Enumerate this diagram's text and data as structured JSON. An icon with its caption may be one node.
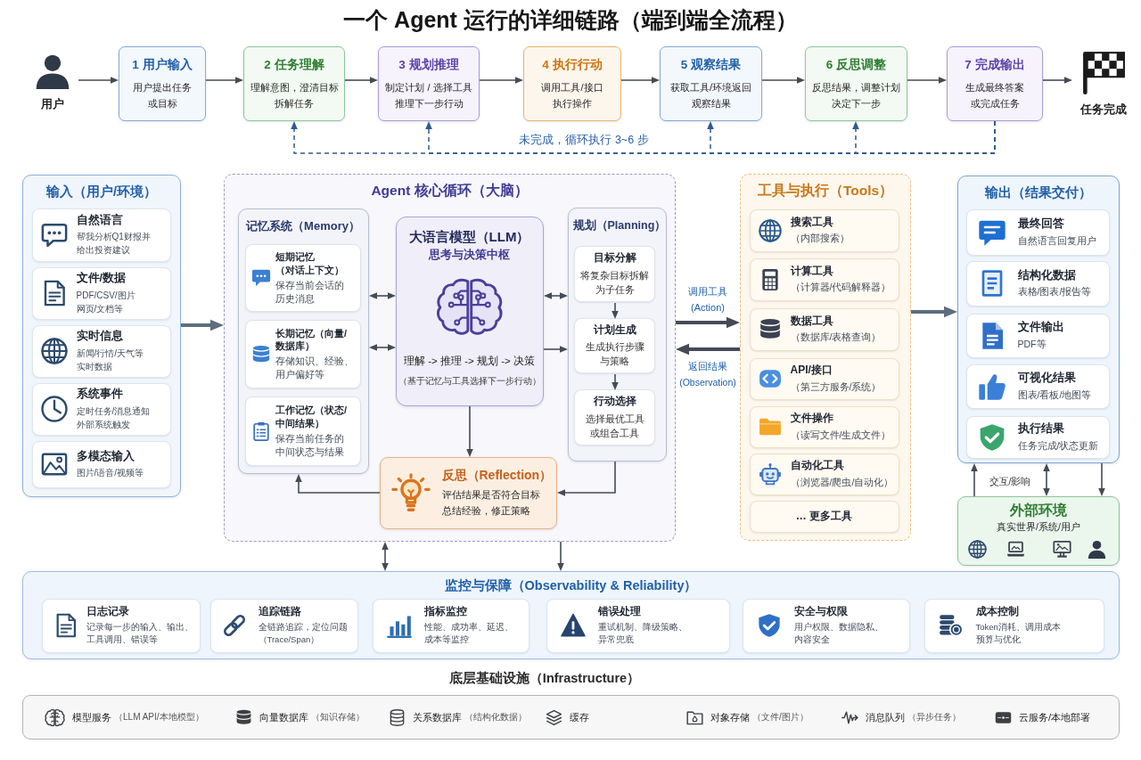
{
  "diagram": {
    "title": "一个 Agent 运行的详细链路（端到端全流程）",
    "nodes": [
      {
        "text": [
          "用户"
        ]
      },
      {
        "text": [
          "1 用户输入",
          "用户提出任务或目标"
        ]
      },
      {
        "text": [
          "2 任务理解",
          "理解意图，澄清目标拆解任务"
        ]
      },
      {
        "text": [
          "3 规划推理",
          "制定计划 / 选择工具推理下一步行动"
        ]
      },
      {
        "text": [
          "4 执行行动",
          "调用工具/接口执行操作"
        ]
      },
      {
        "text": [
          "5 观察结果",
          "获取工具/环境返回观察结果"
        ]
      },
      {
        "text": [
          "6 反思调整",
          "反思结果，调整计划决定下一步"
        ]
      },
      {
        "text": [
          "7 完成输出",
          "生成最终答案或完成任务"
        ]
      },
      {
        "text": [
          "任务完成"
        ]
      },
      {
        "text": [
          "输入（用户/环境）"
        ]
      },
      {
        "text": [
          "自然语言",
          "帮我分析Q1财报并给出投资建议"
        ],
        "in": 9
      },
      {
        "text": [
          "文件/数据",
          "PDF/CSV/图片网页/文档等"
        ],
        "in": 9
      },
      {
        "text": [
          "实时信息",
          "新闻/行情/天气等实时数据"
        ],
        "in": 9
      },
      {
        "text": [
          "系统事件",
          "定时任务/消息通知外部系统触发"
        ],
        "in": 9
      },
      {
        "text": [
          "多模态输入",
          "图片/语音/视频等"
        ],
        "in": 9
      },
      {
        "text": [
          "Agent 核心循环（大脑）"
        ]
      },
      {
        "text": [
          "记忆系统（Memory）"
        ],
        "in": 15
      },
      {
        "text": [
          "短期记忆（对话上下文）",
          "保存当前会话的历史消息"
        ],
        "in": 16
      },
      {
        "text": [
          "长期记忆（向量/数据库）",
          "存储知识、经验、用户偏好等"
        ],
        "in": 16
      },
      {
        "text": [
          "工作记忆（状态/中间结果）",
          "保存当前任务的中间状态与结果"
        ],
        "in": 16
      },
      {
        "text": [
          "大语言模型（LLM）",
          "思考与决策中枢",
          "理解 -> 推理 -> 规划 -> 决策",
          "（基于记忆与工具选择下一步行动）"
        ],
        "in": 15
      },
      {
        "text": [
          "规划（Planning）"
        ],
        "in": 15
      },
      {
        "text": [
          "目标分解",
          "将复杂目标拆解为子任务"
        ],
        "in": 21
      },
      {
        "text": [
          "计划生成",
          "生成执行步骤与策略"
        ],
        "in": 21
      },
      {
        "text": [
          "行动选择",
          "选择最优工具或组合工具"
        ],
        "in": 21
      },
      {
        "text": [
          "反思（Reflection）",
          "评估结果是否符合目标总结经验，修正策略"
        ],
        "in": 15
      },
      {
        "text": [
          "工具与执行（Tools）"
        ]
      },
      {
        "text": [
          "搜索工具",
          "（内部搜索）"
        ],
        "in": 26
      },
      {
        "text": [
          "计算工具",
          "（计算器/代码解释器）"
        ],
        "in": 26
      },
      {
        "text": [
          "数据工具",
          "（数据库/表格查询）"
        ],
        "in": 26
      },
      {
        "text": [
          "API/接口",
          "（第三方服务/系统）"
        ],
        "in": 26
      },
      {
        "text": [
          "文件操作",
          "（读写文件/生成文件）"
        ],
        "in": 26
      },
      {
        "text": [
          "自动化工具",
          "（浏览器/爬虫/自动化）"
        ],
        "in": 26
      },
      {
        "text": [
          "… 更多工具"
        ],
        "in": 26
      },
      {
        "text": [
          "输出（结果交付）"
        ]
      },
      {
        "text": [
          "最终回答",
          "自然语言回复用户"
        ],
        "in": 34
      },
      {
        "text": [
          "结构化数据",
          "表格/图表/报告等"
        ],
        "in": 34
      },
      {
        "text": [
          "文件输出",
          "PDF等"
        ],
        "in": 34
      },
      {
        "text": [
          "可视化结果",
          "图表/看板/地图等"
        ],
        "in": 34
      },
      {
        "text": [
          "执行结果",
          "任务完成/状态更新"
        ],
        "in": 34
      },
      {
        "text": [
          "外部环境",
          "真实世界/系统/用户"
        ]
      },
      {
        "text": [
          "监控与保障（Observability & Reliability）"
        ]
      },
      {
        "text": [
          "日志记录",
          "记录每一步的输入、输出、工具调用、错误等"
        ],
        "in": 41
      },
      {
        "text": [
          "追踪链路",
          "全链路追踪，定位问题（Trace/Span）"
        ],
        "in": 41
      },
      {
        "text": [
          "指标监控",
          "性能、成功率、延迟、成本等监控"
        ],
        "in": 41
      },
      {
        "text": [
          "错误处理",
          "重试机制、降级策略、异常兜底"
        ],
        "in": 41
      },
      {
        "text": [
          "安全与权限",
          "用户权限、数据隐私、内容安全"
        ],
        "in": 41
      },
      {
        "text": [
          "成本控制",
          "Token消耗、调用成本预算与优化"
        ],
        "in": 41
      },
      {
        "text": [
          "底层基础设施（Infrastructure）"
        ]
      }
    ],
    "edges": [
      {
        "from": 0,
        "to": 1,
        "arrow": "to"
      },
      {
        "from": 1,
        "to": 2,
        "arrow": "to"
      },
      {
        "from": 2,
        "to": 3,
        "arrow": "to"
      },
      {
        "from": 3,
        "to": 4,
        "arrow": "to"
      },
      {
        "from": 4,
        "to": 5,
        "arrow": "to"
      },
      {
        "from": 5,
        "to": 6,
        "arrow": "to"
      },
      {
        "from": 6,
        "to": 7,
        "arrow": "to"
      },
      {
        "from": 7,
        "to": 8,
        "arrow": "to"
      },
      {
        "from": 7,
        "to": 2,
        "arrow": "to",
        "style": "dashed",
        "color": "#2f5b8c",
        "label": "未完成，循环执行 3~6 步"
      },
      {
        "from": 7,
        "to": 3,
        "arrow": "to",
        "style": "dashed",
        "color": "#2f5b8c"
      },
      {
        "from": 7,
        "to": 5,
        "arrow": "to",
        "style": "dashed",
        "color": "#2f5b8c"
      },
      {
        "from": 7,
        "to": 6,
        "arrow": "to",
        "style": "dashed",
        "color": "#2f5b8c"
      },
      {
        "from": 9,
        "to": 15,
        "arrow": "to",
        "style": "thick",
        "color": "#5d6d7e"
      },
      {
        "from": 16,
        "to": 20,
        "arrow": "both"
      },
      {
        "from": 16,
        "to": 20,
        "arrow": "both"
      },
      {
        "from": 20,
        "to": 21,
        "arrow": "both"
      },
      {
        "from": 20,
        "to": 21,
        "arrow": "to"
      },
      {
        "from": 22,
        "to": 23,
        "arrow": "to"
      },
      {
        "from": 23,
        "to": 24,
        "arrow": "to"
      },
      {
        "from": 20,
        "to": 25,
        "arrow": "to"
      },
      {
        "from": 21,
        "to": 25,
        "arrow": "to"
      },
      {
        "from": 25,
        "to": 16,
        "arrow": "to"
      },
      {
        "from": 15,
        "to": 26,
        "arrow": "to",
        "style": "thick",
        "label": "调用工具 (Action)"
      },
      {
        "from": 26,
        "to": 15,
        "arrow": "to",
        "style": "thick",
        "label": "返回结果 (Observation)"
      },
      {
        "from": 26,
        "to": 34,
        "arrow": "to",
        "style": "thick",
        "color": "#5d6d7e"
      },
      {
        "from": 40,
        "to": 34,
        "arrow": "to",
        "label": "交互/影响"
      },
      {
        "from": 34,
        "to": 40,
        "arrow": "both"
      },
      {
        "from": 34,
        "to": 40,
        "arrow": "to"
      },
      {
        "from": 15,
        "to": 41,
        "arrow": "both"
      },
      {
        "from": 15,
        "to": 41,
        "arrow": "to"
      }
    ],
    "labels": [
      "模型服务",
      "（LLM API/本地模型）",
      "向量数据库",
      "（知识存储）",
      "关系数据库",
      "（结构化数据）",
      "缓存",
      "对象存储",
      "（文件/图片）",
      "消息队列",
      "（异步任务）",
      "云服务/本地部署"
    ]
  }
}
